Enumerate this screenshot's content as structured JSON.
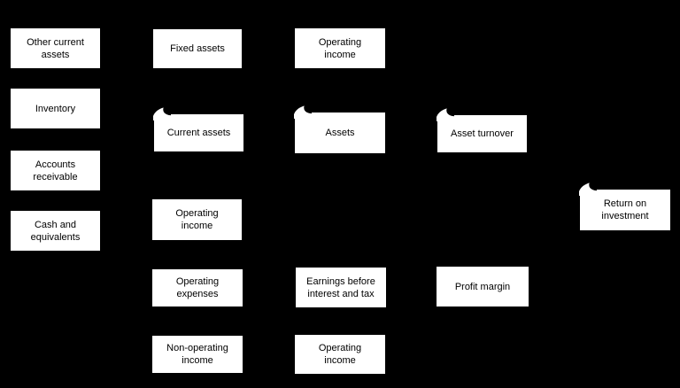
{
  "canvas": {
    "background_color": "#000000",
    "node_fill_color": "#ffffff",
    "node_text_color": "#000000"
  },
  "diagram": {
    "description": "Return on investment decomposition tree",
    "nodes": [
      {
        "id": "other-current-assets",
        "label": "Other current\nassets",
        "flag": false
      },
      {
        "id": "inventory",
        "label": "Inventory",
        "flag": false
      },
      {
        "id": "accounts-receivable",
        "label": "Accounts\nreceivable",
        "flag": false
      },
      {
        "id": "cash-and-equivalents",
        "label": "Cash and\nequivalents",
        "flag": false
      },
      {
        "id": "fixed-assets",
        "label": "Fixed assets",
        "flag": false
      },
      {
        "id": "current-assets",
        "label": "Current assets",
        "flag": true
      },
      {
        "id": "operating-income-1",
        "label": "Operating\nincome",
        "flag": false
      },
      {
        "id": "operating-expenses",
        "label": "Operating\nexpenses",
        "flag": false
      },
      {
        "id": "non-operating-income",
        "label": "Non-operating\nincome",
        "flag": false
      },
      {
        "id": "operating-income-2",
        "label": "Operating\nincome",
        "flag": false
      },
      {
        "id": "assets",
        "label": "Assets",
        "flag": true
      },
      {
        "id": "earnings-before-interest-and-tax",
        "label": "Earnings before\ninterest and tax",
        "flag": false
      },
      {
        "id": "operating-income-3",
        "label": "Operating\nincome",
        "flag": false
      },
      {
        "id": "asset-turnover",
        "label": "Asset turnover",
        "flag": true
      },
      {
        "id": "profit-margin",
        "label": "Profit margin",
        "flag": false
      },
      {
        "id": "return-on-investment",
        "label": "Return on\ninvestment",
        "flag": true
      }
    ]
  }
}
